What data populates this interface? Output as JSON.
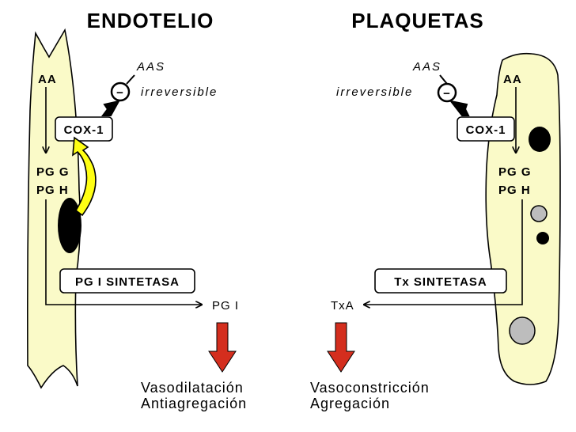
{
  "titles": {
    "endothelium": "ENDOTELIO",
    "platelets": "PLAQUETAS"
  },
  "endothelium": {
    "substrate": "AA",
    "inhibitor": "AAS",
    "inhibitor_sign": "−",
    "inhibition_type": "irreversible",
    "enzyme": "COX-1",
    "intermediate_1": "PG G",
    "intermediate_2": "PG H",
    "synthase": "PG I SINTETASA",
    "product": "PG I",
    "effect_1": "Vasodilatación",
    "effect_2": "Antiagregación"
  },
  "platelets": {
    "substrate": "AA",
    "inhibitor": "AAS",
    "inhibitor_sign": "−",
    "inhibition_type": "irreversible",
    "enzyme": "COX-1",
    "intermediate_1": "PG G",
    "intermediate_2": "PG H",
    "synthase": "Tx  SINTETASA",
    "product": "TxA",
    "effect_1": "Vasoconstricción",
    "effect_2": "Agregación"
  },
  "colors": {
    "cell_fill": "#fafac8",
    "outline": "#000000",
    "nucleus": "#000000",
    "granule": "#bdbdbd",
    "effect_arrow": "#d42e1e",
    "feedback_arrow": "#ffff14"
  }
}
